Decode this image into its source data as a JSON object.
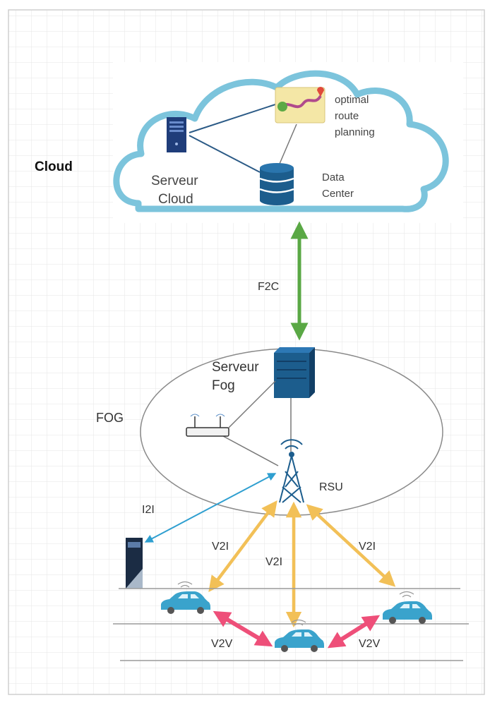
{
  "labels": {
    "cloud_title": "Cloud",
    "serveur_cloud_line1": "Serveur",
    "serveur_cloud_line2": "Cloud",
    "data_center_line1": "Data",
    "data_center_line2": "Center",
    "route_line1": "optimal",
    "route_line2": "route",
    "route_line3": "planning",
    "f2c": "F2C",
    "serveur_fog_line1": "Serveur",
    "serveur_fog_line2": "Fog",
    "fog": "FOG",
    "rsu": "RSU",
    "i2i": "I2I",
    "v2i_left": "V2I",
    "v2i_center": "V2I",
    "v2i_right": "V2I",
    "v2v_left": "V2V",
    "v2v_right": "V2V"
  },
  "colors": {
    "cloud_outline": "#7cc4dc",
    "f2c_arrow": "#5aa845",
    "v2i_arrow": "#f2c057",
    "v2v_arrow": "#ee4f79",
    "i2i_arrow": "#2f9fd0",
    "server_blue": "#1c5d8d",
    "car_blue": "#3aa3cc"
  },
  "icons": [
    "server-icon",
    "database-icon",
    "map-route-icon",
    "rack-server-icon",
    "router-icon",
    "antenna-tower-icon",
    "roadside-unit-icon",
    "car-icon"
  ]
}
